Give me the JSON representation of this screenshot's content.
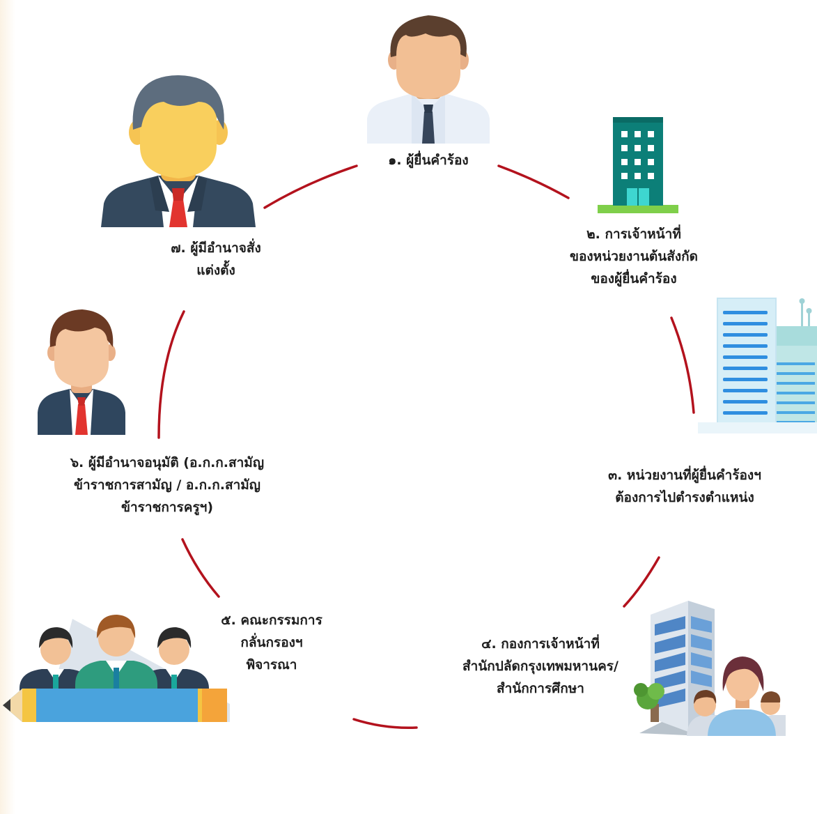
{
  "diagram": {
    "arc_color": "#b3121d",
    "steps": [
      {
        "id": 1,
        "icon": "businessman-icon",
        "lines": [
          "๑. ผู้ยื่นคำร้อง"
        ]
      },
      {
        "id": 2,
        "icon": "office-tower-icon",
        "lines": [
          "๒. การเจ้าหน้าที่",
          "ของหน่วยงานต้นสังกัด",
          "ของผู้ยื่นคำร้อง"
        ]
      },
      {
        "id": 3,
        "icon": "glass-buildings-icon",
        "lines": [
          "๓. หน่วยงานที่ผู้ยื่นคำร้องฯ",
          "ต้องการไปตำรงตำแหน่ง"
        ]
      },
      {
        "id": 4,
        "icon": "hq-building-with-staff-icon",
        "lines": [
          "๔. กองการเจ้าหน้าที่",
          "สำนักปลัดกรุงเทพมหานคร/",
          "สำนักการศึกษา"
        ]
      },
      {
        "id": 5,
        "icon": "committee-pencil-icon",
        "lines": [
          "๕. คณะกรรมการ",
          "กลั่นกรองฯ",
          "พิจารณา"
        ]
      },
      {
        "id": 6,
        "icon": "young-official-icon",
        "lines": [
          "๖. ผู้มีอำนาจอนุมัติ (อ.ก.ก.สามัญ",
          "ข้าราชการสามัญ / อ.ก.ก.สามัญ",
          "ข้าราชการครูฯ)"
        ]
      },
      {
        "id": 7,
        "icon": "senior-executive-icon",
        "lines": [
          "๗. ผู้มีอำนาจสั่ง",
          "แต่งตั้ง"
        ]
      }
    ]
  }
}
